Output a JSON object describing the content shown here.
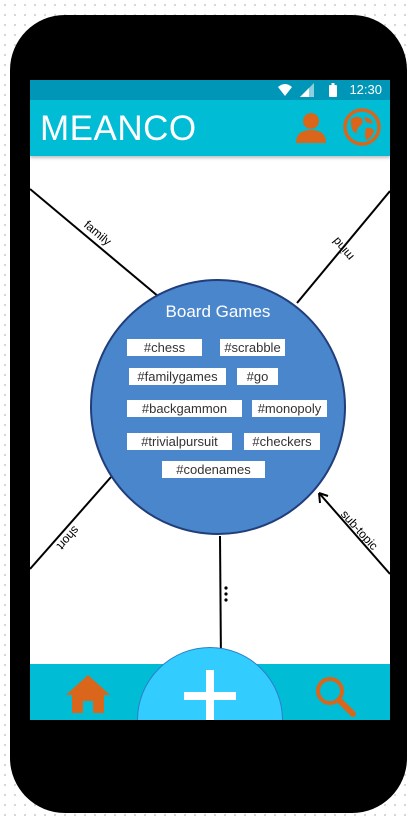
{
  "status_bar": {
    "time": "12:30",
    "icons": [
      "wifi-icon",
      "signal-icon",
      "battery-icon"
    ]
  },
  "app_bar": {
    "title": "MEANCO",
    "icons": [
      "profile-icon",
      "globe-icon"
    ]
  },
  "topic": {
    "title": "Board Games",
    "tags": [
      "#chess",
      "#scrabble",
      "#familygames",
      "#go",
      "#backgammon",
      "#monopoly",
      "#trivialpursuit",
      "#checkers",
      "#codenames"
    ]
  },
  "related_topics": [
    {
      "label": "family"
    },
    {
      "label": "mind"
    },
    {
      "label": "short"
    },
    {
      "label": "sub-topic"
    }
  ],
  "bottom_bar": {
    "icons": [
      "home-icon",
      "add-icon",
      "search-icon"
    ]
  },
  "colors": {
    "status_bar": "#0096b8",
    "app_bar": "#00bcd4",
    "accent_icon": "#d9661b",
    "topic_circle": "#4a86cc",
    "topic_border": "#213d7a",
    "fab": "#33ccff"
  }
}
